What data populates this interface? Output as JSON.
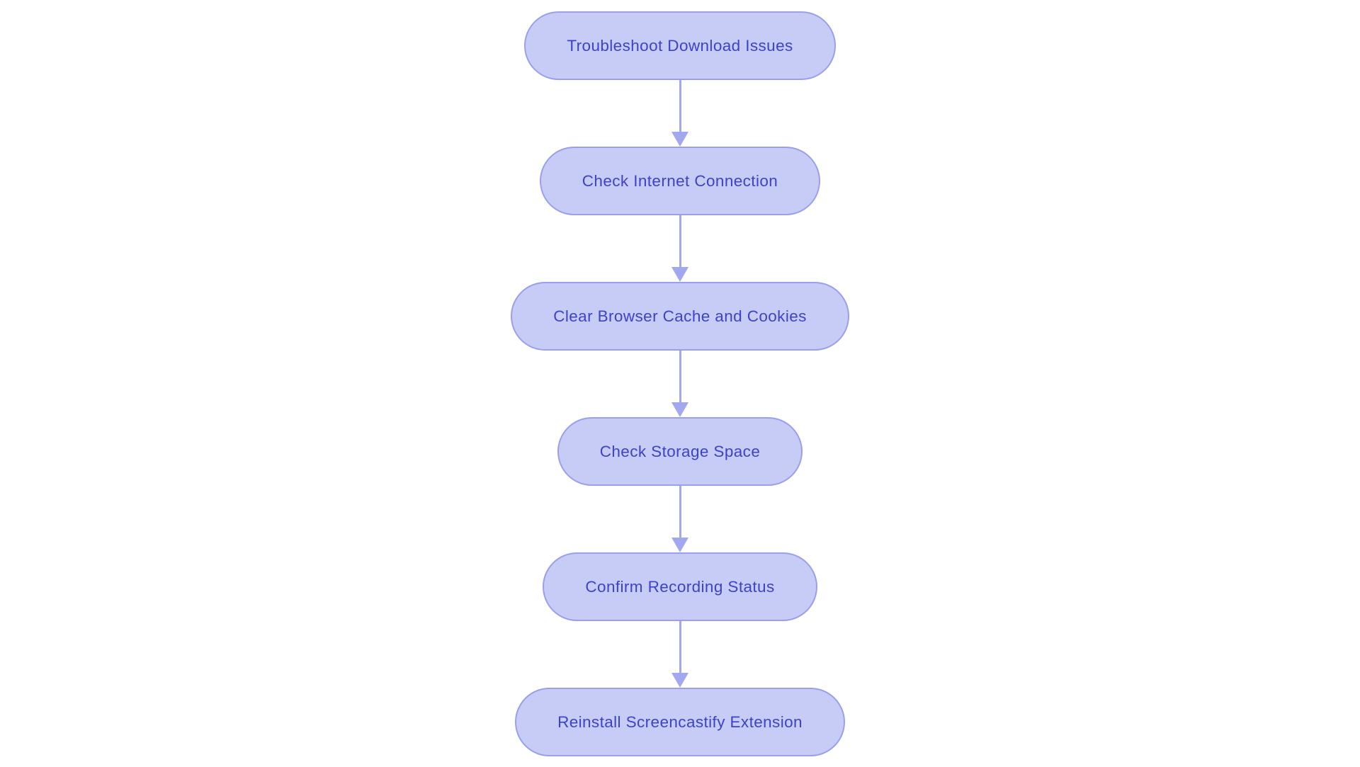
{
  "flowchart": {
    "type": "flowchart",
    "direction": "top-down",
    "nodes": [
      {
        "id": "troubleshoot-download-issues",
        "label": "Troubleshoot Download Issues"
      },
      {
        "id": "check-internet-connection",
        "label": "Check Internet Connection"
      },
      {
        "id": "clear-browser-cache-and-cookies",
        "label": "Clear Browser Cache and Cookies"
      },
      {
        "id": "check-storage-space",
        "label": "Check Storage Space"
      },
      {
        "id": "confirm-recording-status",
        "label": "Confirm Recording Status"
      },
      {
        "id": "reinstall-screencastify-extension",
        "label": "Reinstall Screencastify Extension"
      }
    ],
    "edges": [
      {
        "from": "troubleshoot-download-issues",
        "to": "check-internet-connection"
      },
      {
        "from": "check-internet-connection",
        "to": "clear-browser-cache-and-cookies"
      },
      {
        "from": "clear-browser-cache-and-cookies",
        "to": "check-storage-space"
      },
      {
        "from": "check-storage-space",
        "to": "confirm-recording-status"
      },
      {
        "from": "confirm-recording-status",
        "to": "reinstall-screencastify-extension"
      }
    ],
    "colors": {
      "node_fill": "#c7ccf7",
      "node_border": "#99a0e9",
      "node_text": "#3d43c6",
      "arrow": "#a2a8f0",
      "background": "#ffffff"
    }
  }
}
